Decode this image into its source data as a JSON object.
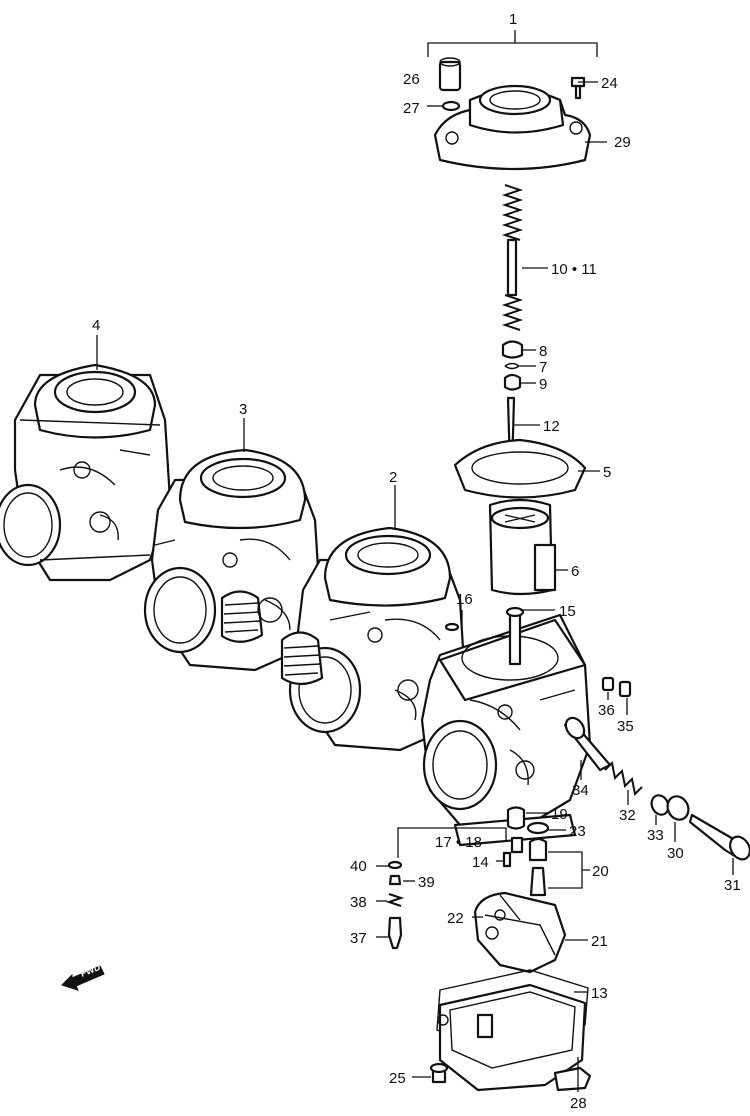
{
  "callouts": {
    "c1": "1",
    "c2": "2",
    "c3": "3",
    "c4": "4",
    "c5": "5",
    "c6": "6",
    "c7": "7",
    "c8": "8",
    "c9": "9",
    "c10_11": "10 • 11",
    "c12": "12",
    "c13": "13",
    "c14": "14",
    "c15": "15",
    "c16": "16",
    "c17_18": "17 • 18",
    "c19": "19",
    "c20": "20",
    "c21": "21",
    "c22": "22",
    "c23": "23",
    "c24": "24",
    "c25": "25",
    "c26": "26",
    "c27": "27",
    "c28": "28",
    "c29": "29",
    "c30": "30",
    "c31": "31",
    "c32": "32",
    "c33": "33",
    "c34": "34",
    "c35": "35",
    "c36": "36",
    "c37": "37",
    "c38": "38",
    "c39": "39",
    "c40": "40"
  },
  "direction_arrow": {
    "label": "FWD"
  }
}
